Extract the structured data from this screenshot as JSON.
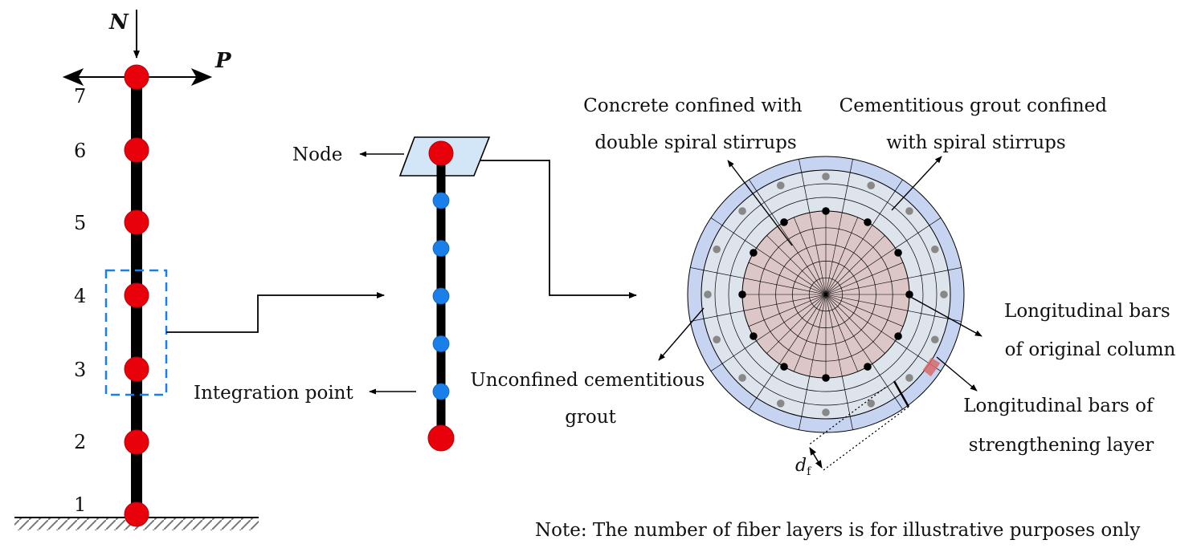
{
  "column": {
    "axial_load_label": "N",
    "lateral_load_label": "P",
    "node_numbers": [
      "1",
      "2",
      "3",
      "4",
      "5",
      "6",
      "7"
    ]
  },
  "element_detail": {
    "node_label": "Node",
    "integration_point_label": "Integration point",
    "integration_point_count": 5
  },
  "section": {
    "labels": {
      "concrete_double_spiral": [
        "Concrete confined with",
        "double spiral stirrups"
      ],
      "grout_spiral": [
        "Cementitious grout confined",
        "with spiral stirrups"
      ],
      "unconfined_grout": [
        "Unconfined cementitious",
        "grout"
      ],
      "bars_original": [
        "Longitudinal bars",
        "of original column"
      ],
      "bars_strengthening": [
        "Longitudinal bars of",
        "strengthening layer"
      ],
      "thickness_symbol": "d",
      "thickness_subscript": "f"
    },
    "radial_divisions": 32,
    "ring_count_core": 5,
    "ring_count_grout": 3,
    "inner_bar_count": 12,
    "outer_bar_count": 16
  },
  "note": "Note: The number of fiber layers is for illustrative purposes only",
  "colors": {
    "node": "#e8000b",
    "integration_point": "#1a7fe8",
    "core_fill": "#dcc6c6",
    "grout_fill": "#dde4ec",
    "cover_fill": "#c6d4f2",
    "outer_bar": "#888888",
    "inner_bar": "#000000",
    "highlight_fiber": "#d96a6a",
    "dashed_box": "#1a7fe8",
    "node_plane": "#d3e6f7"
  }
}
